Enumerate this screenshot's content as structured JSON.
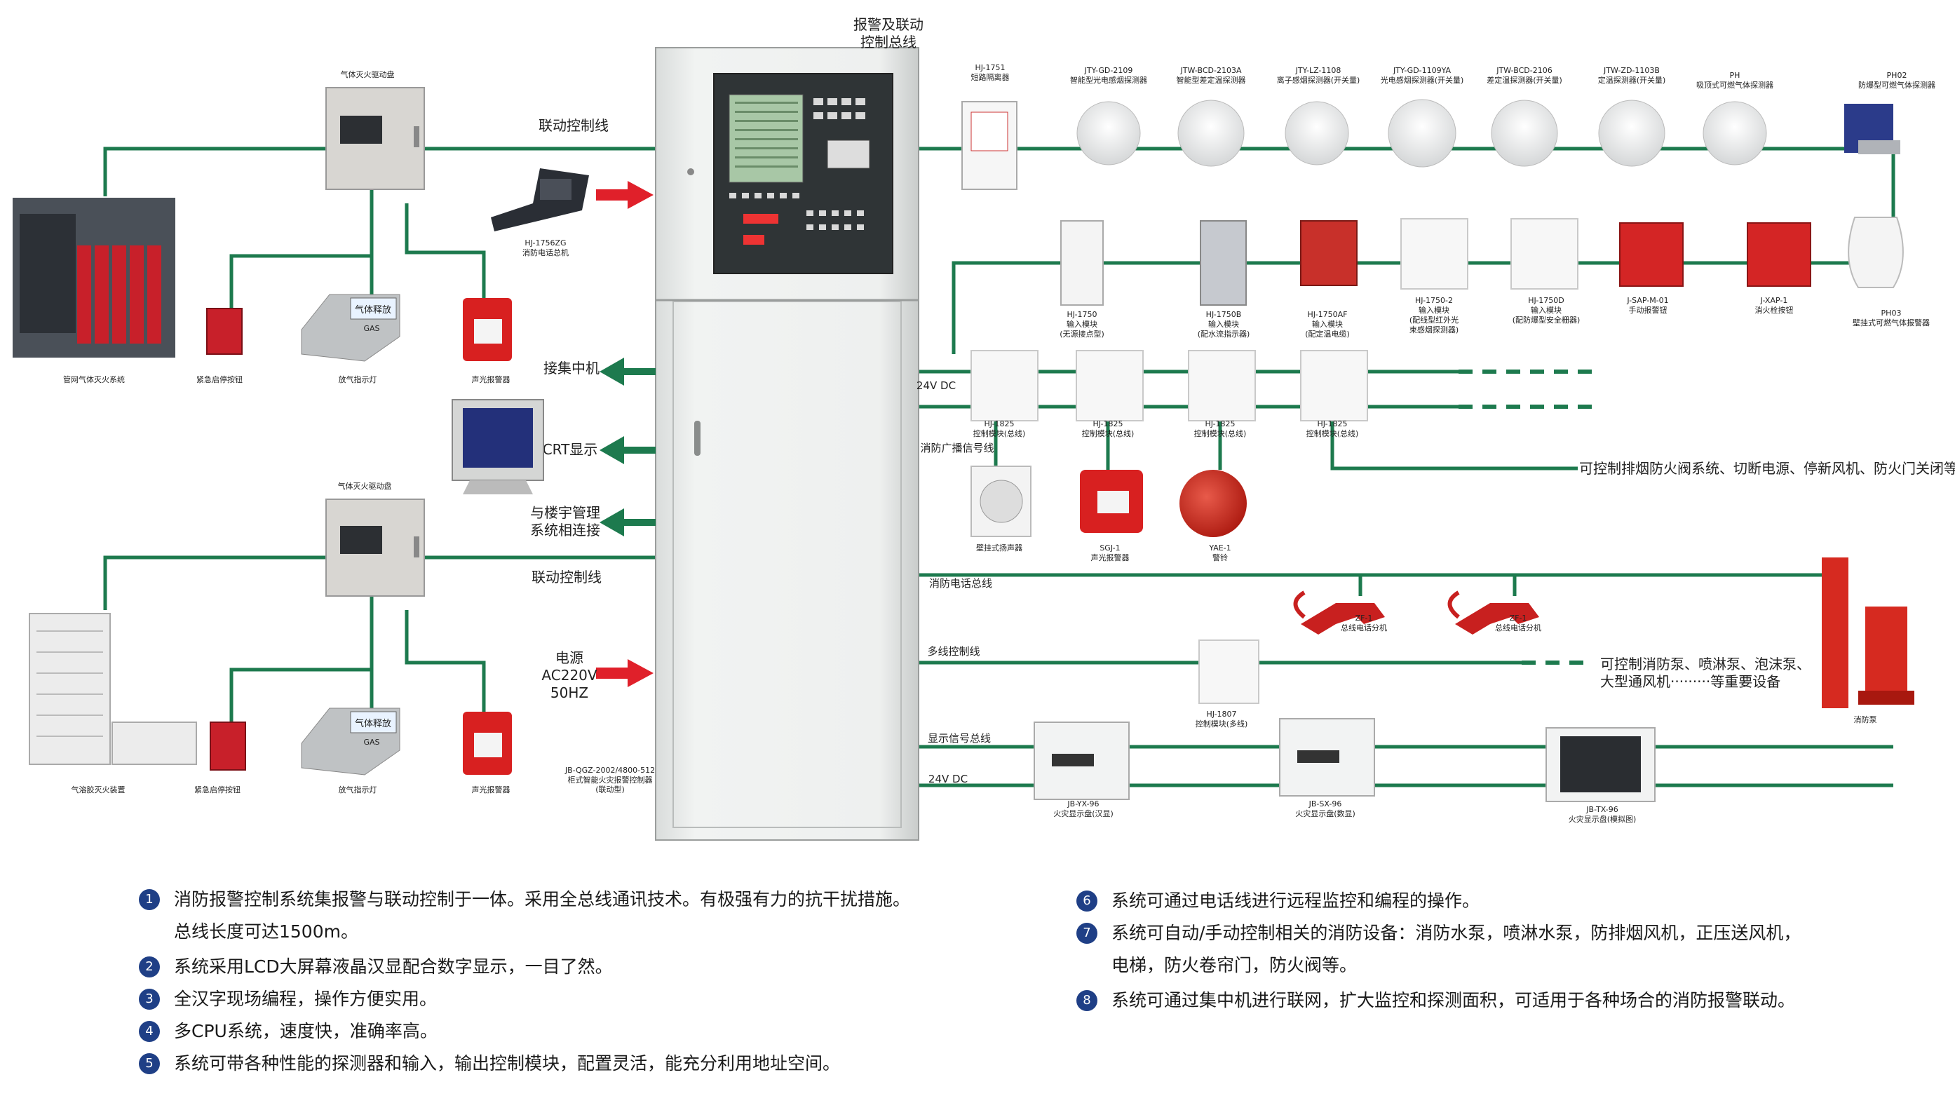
{
  "main_panel": {
    "title": "报警及联动\n控制总线",
    "model": "JB-QGZ-2002/4800-512\n柜式智能火灾报警控制器\n(联动型)"
  },
  "bus_labels": {
    "linkage_top": "联动控制线",
    "linkage_bottom": "联动控制线",
    "concentrator": "接集中机",
    "crt": "CRT显示",
    "building": "与楼宇管理\n系统相连接",
    "power": "电源\nAC220V\n50HZ",
    "dc24_a": "24V DC",
    "broadcast": "消防广播信号线",
    "fire_phone": "消防电话总线",
    "multi": "多线控制线",
    "display_bus": "显示信号总线",
    "dc24_b": "24V DC",
    "exhaust_note": "可控制排烟防火阀系统、切断电源、停新风机、防火门关闭等",
    "pump_note": "可控制消防泵、喷淋泵、泡沫泵、\n大型通风机·········等重要设备"
  },
  "left_devices": {
    "gas_panel_top": "气体灭火驱动盘",
    "gas_panel_bottom": "气体灭火驱动盘",
    "pipe_system": "管网气体灭火系统",
    "estop_top": "紧急启停按钮",
    "release_light_top": "放气指示灯",
    "sounder_top": "声光报警器",
    "phone": "HJ-1756ZG\n消防电话总机",
    "aerosol": "气溶胶灭火装置",
    "estop_bottom": "紧急启停按钮",
    "release_light_bottom": "放气指示灯",
    "sounder_bottom": "声光报警器",
    "lamp_text": "气体释放",
    "lamp_sub": "GAS"
  },
  "detectors": [
    {
      "label": "HJ-1751\n短路隔离器"
    },
    {
      "label": "JTY-GD-2109\n智能型光电感烟探测器"
    },
    {
      "label": "JTW-BCD-2103A\n智能型差定温探测器"
    },
    {
      "label": "JTY-LZ-1108\n离子感烟探测器(开关量)"
    },
    {
      "label": "JTY-GD-1109YA\n光电感烟探测器(开关量)"
    },
    {
      "label": "JTW-BCD-2106\n差定温探测器(开关量)"
    },
    {
      "label": "JTW-ZD-1103B\n定温探测器(开关量)"
    },
    {
      "label": "PH\n吸顶式可燃气体探测器"
    },
    {
      "label": "PH02\n防爆型可燃气体探测器"
    }
  ],
  "modules": [
    {
      "label": "HJ-1750\n输入模块\n(无源接点型)"
    },
    {
      "label": "HJ-1750B\n输入模块\n(配水流指示器)"
    },
    {
      "label": "HJ-1750AF\n输入模块\n(配定温电缆)"
    },
    {
      "label": "HJ-1750-2\n输入模块\n(配线型红外光\n束感烟探测器)"
    },
    {
      "label": "HJ-1750D\n输入模块\n(配防爆型安全栅器)"
    },
    {
      "label": "J-SAP-M-01\n手动报警钮"
    },
    {
      "label": "J-XAP-1\n消火栓按钮"
    },
    {
      "label": "PH03\n壁挂式可燃气体报警器"
    }
  ],
  "control_modules": [
    {
      "label": "HJ-1825\n控制模块(总线)"
    },
    {
      "label": "HJ-1825\n控制模块(总线)"
    },
    {
      "label": "HJ-1825\n控制模块(总线)"
    },
    {
      "label": "HJ-1825\n控制模块(总线)"
    }
  ],
  "outputs": {
    "speaker": "壁挂式扬声器",
    "sounder": "SGJ-1\n声光报警器",
    "bell": "YAE-1\n警铃",
    "extension1": "ZF-1\n总线电话分机",
    "extension2": "ZF-1\n总线电话分机",
    "multi_module": "HJ-1807\n控制模块(多线)",
    "pump": "消防泵",
    "display1": "JB-YX-96\n火灾显示盘(汉显)",
    "display2": "JB-SX-96\n火灾显示盘(数显)",
    "display3": "JB-TX-96\n火灾显示盘(模拟图)"
  },
  "features_left": [
    {
      "num": "1",
      "text": "消防报警控制系统集报警与联动控制于一体。采用全总线通讯技术。有极强有力的抗干扰措施。\n总线长度可达1500m。"
    },
    {
      "num": "2",
      "text": "系统采用LCD大屏幕液晶汉显配合数字显示，一目了然。"
    },
    {
      "num": "3",
      "text": "全汉字现场编程，操作方便实用。"
    },
    {
      "num": "4",
      "text": "多CPU系统，速度快，准确率高。"
    },
    {
      "num": "5",
      "text": "系统可带各种性能的探测器和输入，输出控制模块，配置灵活，能充分利用地址空间。"
    }
  ],
  "features_right": [
    {
      "num": "6",
      "text": "系统可通过电话线进行远程监控和编程的操作。"
    },
    {
      "num": "7",
      "text": "系统可自动/手动控制相关的消防设备：消防水泵，喷淋水泵，防排烟风机，正压送风机，\n电梯，防火卷帘门，防火阀等。"
    },
    {
      "num": "8",
      "text": "系统可通过集中机进行联网，扩大监控和探测面积，可适用于各种场合的消防报警联动。"
    }
  ],
  "colors": {
    "bus": "#1d7a4e",
    "arrow_red": "#e0202a",
    "arrow_green": "#1d7a4e",
    "num_badge": "#1f3f86",
    "cabinet": "#eceeed"
  }
}
